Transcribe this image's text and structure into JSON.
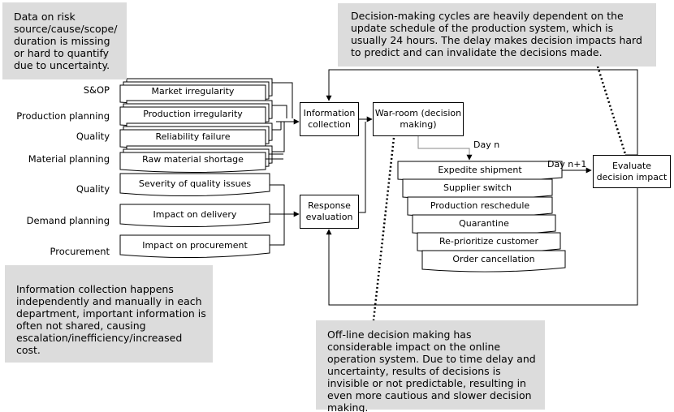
{
  "callouts": {
    "data_risk": "Data on risk source/cause/scope/ duration is missing or hard to quantify due to uncertainty.",
    "cycles": "Decision-making cycles are heavily dependent on the update schedule of the production system, which is usually 24 hours. The delay makes decision impacts hard to predict and can invalidate the decisions made.",
    "info_collection": "Information collection happens independently and manually in each department, important information is often not shared, causing escalation/inefficiency/increased cost.",
    "offline": "Off-line decision making has considerable impact on the online operation system. Due to time delay and uncertainty, results of decisions is invisible or not predictable, resulting in even more cautious and slower decision making."
  },
  "departments_top": [
    "S&OP",
    "Production planning",
    "Quality",
    "Material planning"
  ],
  "issues_top": [
    "Market irregularity",
    "Production irregularity",
    "Reliability failure",
    "Raw material shortage"
  ],
  "departments_bottom": [
    "Quality",
    "Demand planning",
    "Procurement"
  ],
  "issues_bottom": [
    "Severity of quality issues",
    "Impact on delivery",
    "Impact on procurement"
  ],
  "boxes": {
    "info": "Information collection",
    "response": "Response evaluation",
    "warroom": "War-room (decision making)",
    "evaluate": "Evaluate decision impact"
  },
  "actions": [
    "Expedite shipment",
    "Supplier switch",
    "Production reschedule",
    "Quarantine",
    "Re-prioritize customer",
    "Order cancellation"
  ],
  "days": {
    "day_n": "Day n",
    "day_n1": "Day n+1"
  }
}
